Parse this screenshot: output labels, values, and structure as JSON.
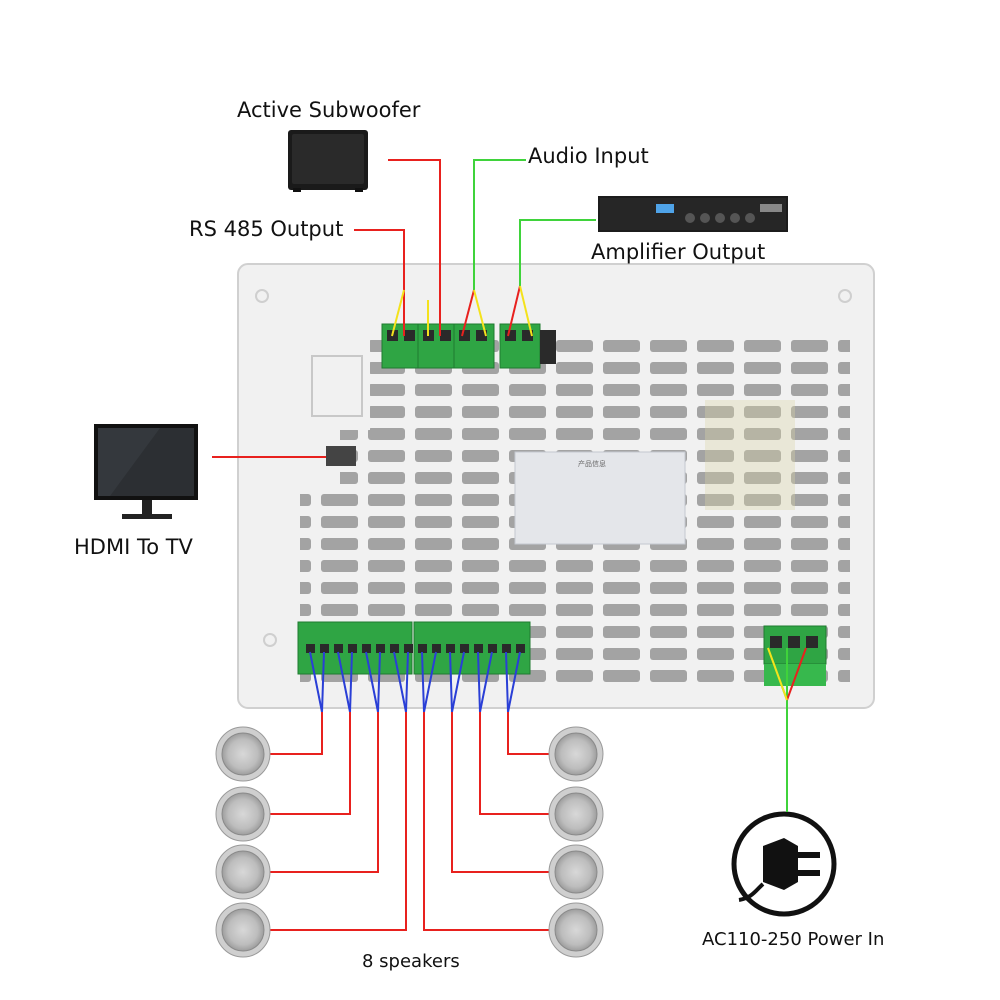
{
  "labels": {
    "subwoofer": "Active Subwoofer",
    "audio_input": "Audio Input",
    "rs485": "RS 485 Output",
    "amplifier": "Amplifier Output",
    "hdmi": "HDMI To TV",
    "speakers": "8 speakers",
    "power": "AC110-250 Power In"
  },
  "colors": {
    "wire_red": "#e8211e",
    "wire_green": "#3fd33b",
    "wire_yellow": "#f4e21c",
    "wire_blue": "#2a3fd6",
    "terminal_green": "#2fa544",
    "panel": "#f1f1f1"
  },
  "speaker_count": 8
}
